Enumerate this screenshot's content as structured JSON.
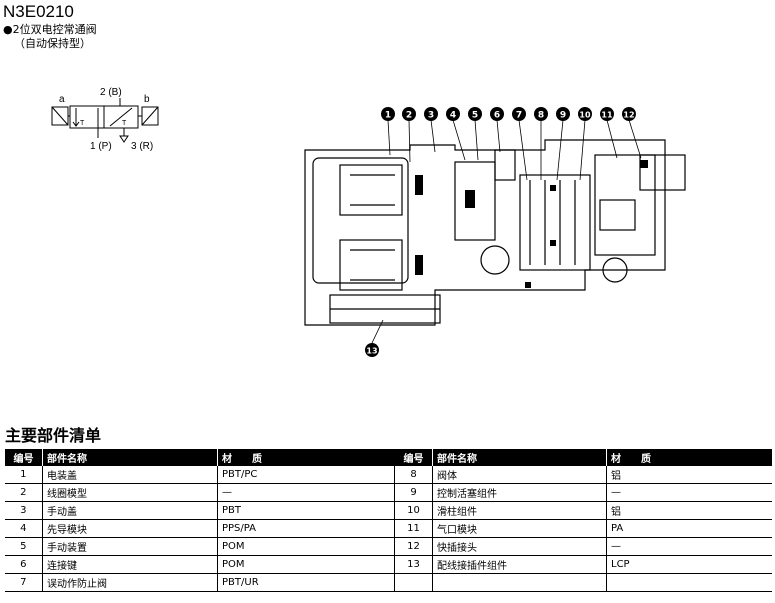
{
  "header": {
    "model": "N3E0210",
    "line1": "●2位双电控常通阀",
    "line2": "（自动保持型）"
  },
  "symbol": {
    "a": "a",
    "b": "b",
    "port_b": "2 (B)",
    "port_p": "1 (P)",
    "port_r": "3 (R)"
  },
  "callouts": [
    "1",
    "2",
    "3",
    "4",
    "5",
    "6",
    "7",
    "8",
    "9",
    "10",
    "11",
    "12",
    "13"
  ],
  "parts": {
    "title": "主要部件清单",
    "headers": {
      "no": "编号",
      "name": "部件名称",
      "material": "材　　质"
    },
    "left": [
      {
        "no": "1",
        "name": "电装盖",
        "material": "PBT/PC"
      },
      {
        "no": "2",
        "name": "线圈模型",
        "material": "—"
      },
      {
        "no": "3",
        "name": "手动盖",
        "material": "PBT"
      },
      {
        "no": "4",
        "name": "先导模块",
        "material": "PPS/PA"
      },
      {
        "no": "5",
        "name": "手动装置",
        "material": "POM"
      },
      {
        "no": "6",
        "name": "连接键",
        "material": "POM"
      },
      {
        "no": "7",
        "name": "误动作防止阀",
        "material": "PBT/UR"
      }
    ],
    "right": [
      {
        "no": "8",
        "name": "阀体",
        "material": "铝"
      },
      {
        "no": "9",
        "name": "控制活塞组件",
        "material": "—"
      },
      {
        "no": "10",
        "name": "滑柱组件",
        "material": "铝"
      },
      {
        "no": "11",
        "name": "气口模块",
        "material": "PA"
      },
      {
        "no": "12",
        "name": "快插接头",
        "material": "—"
      },
      {
        "no": "13",
        "name": "配线接插件组件",
        "material": "LCP"
      },
      {
        "no": "",
        "name": "",
        "material": ""
      }
    ]
  }
}
